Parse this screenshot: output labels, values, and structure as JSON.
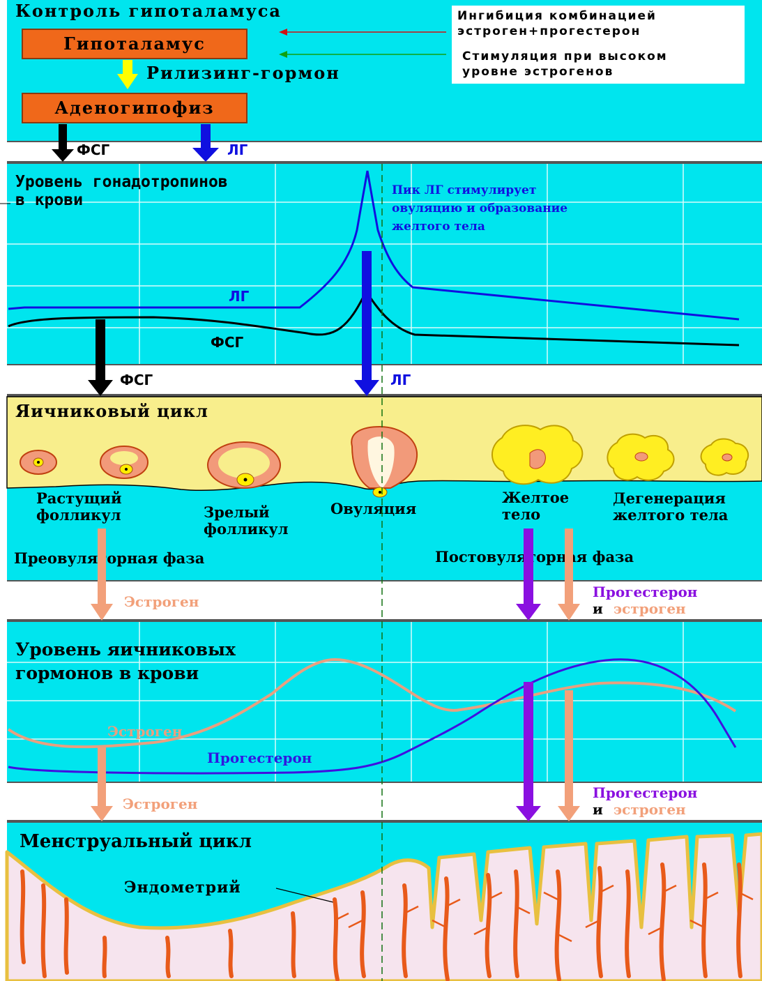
{
  "hypothalamus_control": {
    "title": "Контроль гипоталамуса",
    "hypothalamus": "Гипоталамус",
    "releasing_hormone": "Рилизинг-гормон",
    "adenohypophysis": "Аденогипофиз",
    "fsh": "ФСГ",
    "lh": "ЛГ",
    "legend": {
      "inhibition_line1": "Ингибиция комбинацией",
      "inhibition_line2": "эстроген+прогестерон",
      "stimulation_line1": "Стимуляция при высоком",
      "stimulation_line2": "уровне эстрогенов"
    }
  },
  "gonadotropins": {
    "title_line1": "Уровень гонадотропинов",
    "title_line2": "в крови",
    "peak_note_line1": "Пик ЛГ стимулирует",
    "peak_note_line2": "овуляцию и образование",
    "peak_note_line3": "желтого тела",
    "lh_label": "ЛГ",
    "fsh_label": "ФСГ",
    "arrow_fsh": "ФСГ",
    "arrow_lh": "ЛГ"
  },
  "ovarian_cycle": {
    "title": "Яичниковый цикл",
    "growing_follicle_line1": "Растущий",
    "growing_follicle_line2": "фолликул",
    "mature_follicle_line1": "Зрелый",
    "mature_follicle_line2": "фолликул",
    "ovulation": "Овуляция",
    "corpus_luteum_line1": "Желтое",
    "corpus_luteum_line2": "тело",
    "degeneration_line1": "Дегенерация",
    "degeneration_line2": "желтого тела",
    "preovulatory": "Преовуляторная фаза",
    "postovulatory": "Постовуляторная фаза",
    "estrogen_arrow": "Эстроген",
    "progesterone_arrow_line1": "Прогестерон",
    "progesterone_arrow_and": "и",
    "progesterone_arrow_estrogen": "эстроген"
  },
  "ovarian_hormones": {
    "title_line1": "Уровень яичниковых",
    "title_line2": "гормонов в крови",
    "estrogen_label": "Эстроген",
    "progesterone_label": "Прогестерон",
    "estrogen_arrow": "Эстроген",
    "progesterone_arrow_line1": "Прогестерон",
    "progesterone_arrow_and": "и",
    "progesterone_arrow_estrogen": "эстроген"
  },
  "menstrual_cycle": {
    "title": "Менструальный цикл",
    "endometrium": "Эндометрий"
  },
  "colors": {
    "cyan": "#00e5ee",
    "yellow": "#f8ee8c",
    "orange_box": "#f0681a",
    "lh_blue": "#1010e0",
    "fsh_black": "#000000",
    "estrogen_salmon": "#f2a07a",
    "progesterone_purple": "#8a10e0",
    "gland_red": "#e85a1a",
    "tissue_pink": "#f6e4ee"
  }
}
